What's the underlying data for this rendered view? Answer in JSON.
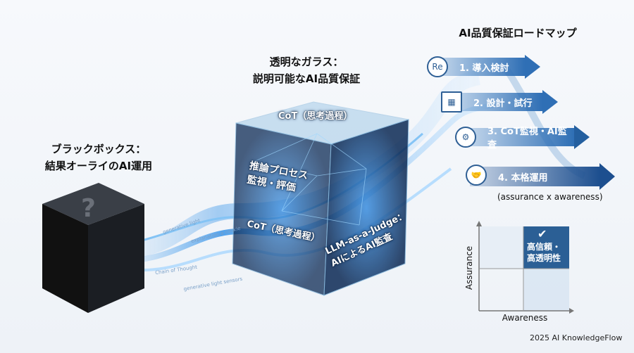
{
  "left": {
    "title_line1": "ブラックボックス：",
    "title_line2": "結果オーライのAI運用",
    "cube_symbol": "?"
  },
  "center": {
    "title_line1": "透明なガラス：",
    "title_line2": "説明可能なAI品質保証",
    "top_face": "CoT（思考過程）",
    "left_face_line1": "推論プロセス",
    "left_face_line2": "監視・評価",
    "left_face_bottom": "CoT（思考過程）",
    "right_face_line1": "LLM-as-a-Judge：",
    "right_face_line2": "AIによるAI監査"
  },
  "stream_texts": [
    "generative light",
    "Chain of Thought",
    "explanation a cookie",
    "generative light sensors"
  ],
  "roadmap": {
    "title": "AI品質保証ロードマップ",
    "steps": [
      {
        "label": "1. 導入検討",
        "icon": "magnifier-icon"
      },
      {
        "label": "2. 設計・試行",
        "icon": "blueprint-icon"
      },
      {
        "label": "3. CoT監視・AI監査",
        "icon": "brain-magnifier-icon"
      },
      {
        "label": "4. 本格運用",
        "icon": "handshake-shield-icon"
      }
    ],
    "step4_note": "(assurance x awareness)",
    "accent": "#2f6fb5"
  },
  "quadrant": {
    "ylabel": "Assurance",
    "xlabel": "Awareness",
    "highlight_line1": "高信頼・",
    "highlight_line2": "高透明性",
    "highlight_icon": "check-icon"
  },
  "footer": "2025 AI KnowledgeFlow"
}
